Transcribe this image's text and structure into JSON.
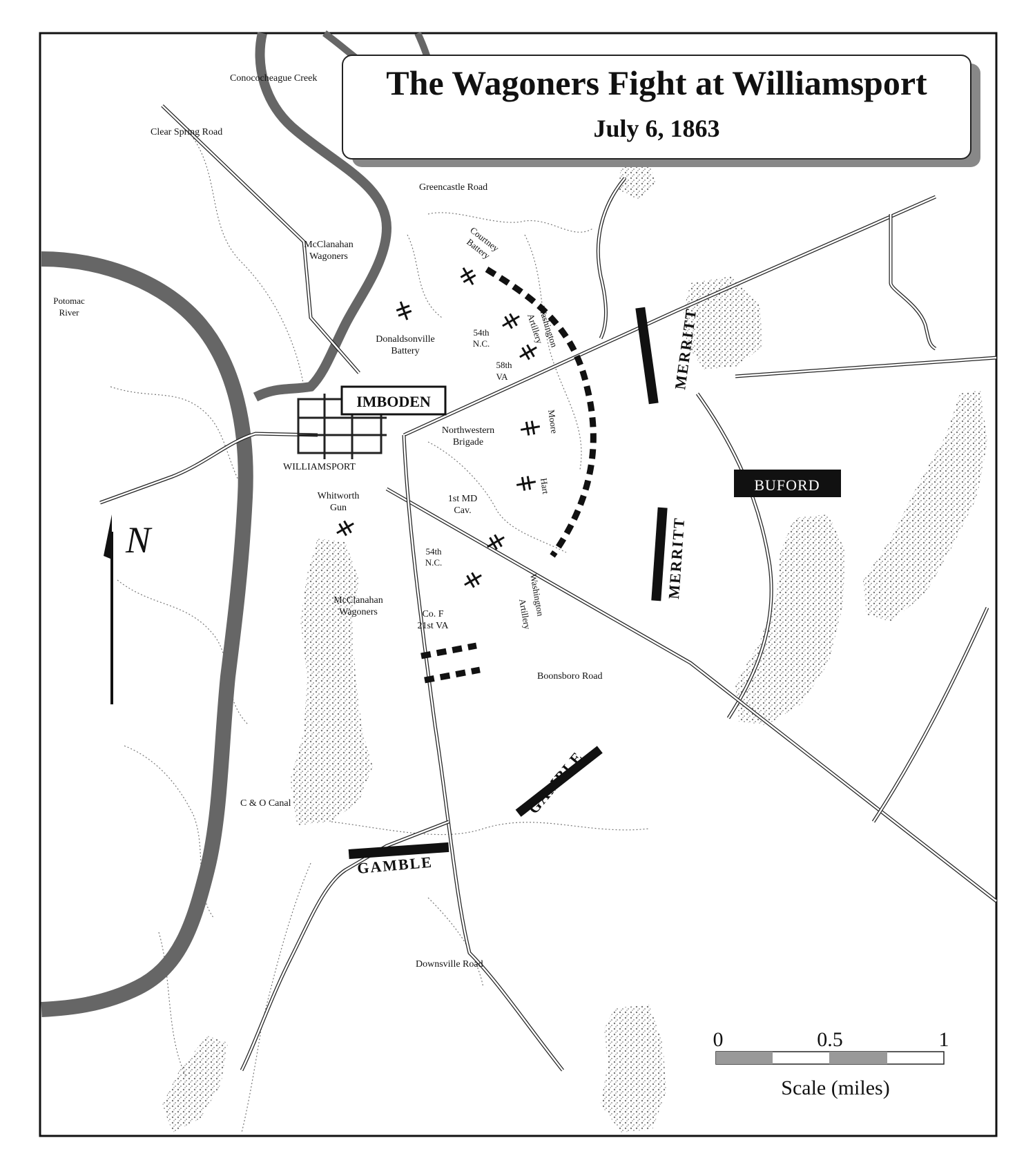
{
  "title": "The Wagoners Fight at Williamsport",
  "date": "July 6, 1863",
  "north_letter": "N",
  "features": {
    "conococheague_creek": "Conococheague Creek",
    "clear_spring_road": "Clear Spring Road",
    "greencastle_road": "Greencastle Road",
    "potomac_river_1": "Potomac",
    "potomac_river_2": "River",
    "williamsport": "WILLIAMSPORT",
    "boonsboro_road": "Boonsboro Road",
    "downsville_road": "Downsville Road",
    "co_canal": "C & O Canal"
  },
  "confederate": {
    "commander": "IMBODEN",
    "mcclanahan_1a": "McClanahan",
    "mcclanahan_1b": "Wagoners",
    "courtney_1": "Courtney",
    "courtney_2": "Battery",
    "donaldsonville_1": "Donaldsonville",
    "donaldsonville_2": "Battery",
    "nc54_a1": "54th",
    "nc54_a2": "N.C.",
    "washington_a1": "Washington",
    "washington_a2": "Artillery",
    "va58_1": "58th",
    "va58_2": "VA",
    "moore": "Moore",
    "northwestern_1": "Northwestern",
    "northwestern_2": "Brigade",
    "hart": "Hart",
    "md1_1": "1st MD",
    "md1_2": "Cav.",
    "whitworth_1": "Whitworth",
    "whitworth_2": "Gun",
    "nc54_b1": "54th",
    "nc54_b2": "N.C.",
    "washington_b1": "Washington",
    "washington_b2": "Artillery",
    "mcclanahan_2a": "McClanahan",
    "mcclanahan_2b": "Wagoners",
    "cof_1": "Co. F",
    "cof_2": "21st VA"
  },
  "union": {
    "buford": "BUFORD",
    "merritt_north": "MERRITT",
    "merritt_south": "MERRITT",
    "gamble_east": "GAMBLE",
    "gamble_west": "GAMBLE"
  },
  "scale": {
    "label": "Scale (miles)",
    "ticks": [
      "0",
      "0.5",
      "1"
    ]
  },
  "colors": {
    "river": "#666666",
    "woods": "#8a8a8a",
    "unit_fill": "#111111",
    "border": "#111111"
  }
}
